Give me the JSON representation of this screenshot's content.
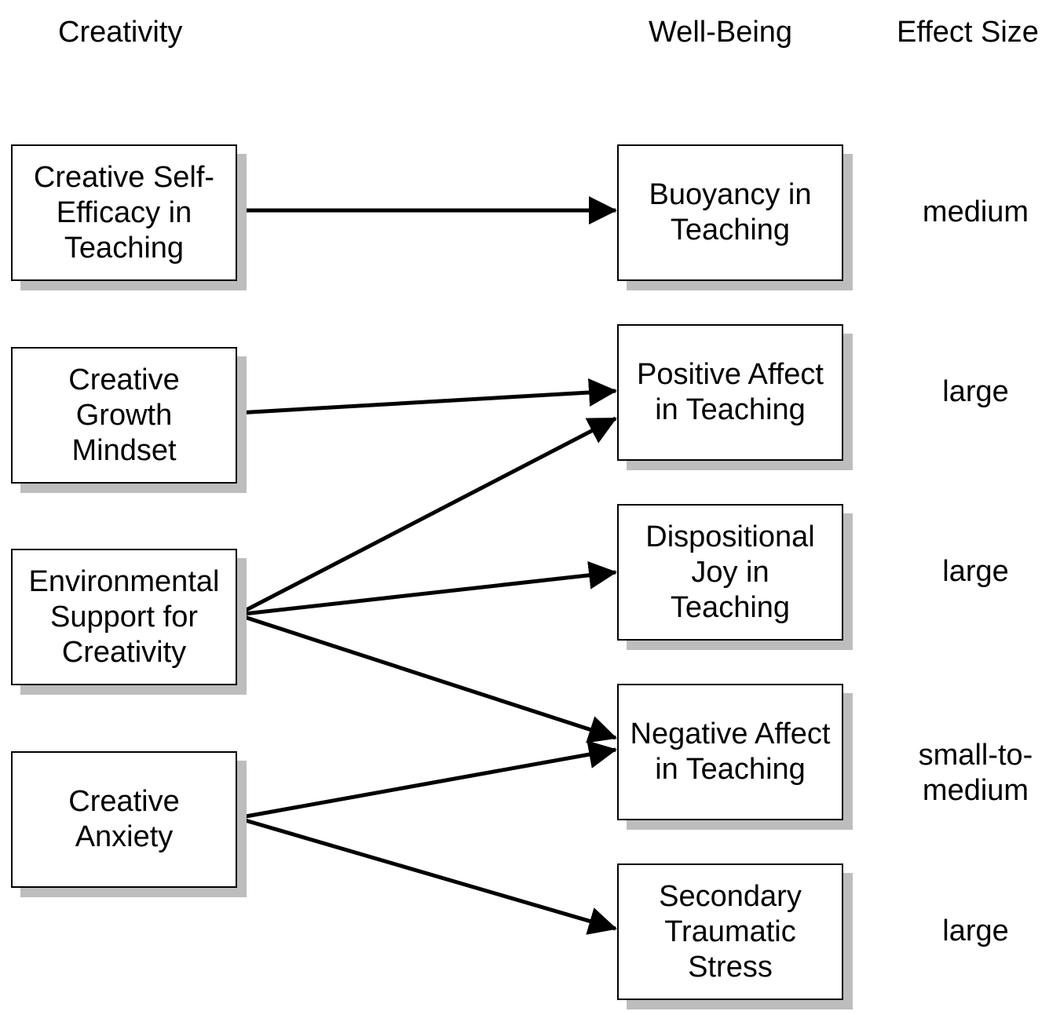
{
  "headers": {
    "creativity": "Creativity",
    "well_being": "Well-Being",
    "effect_size": "Effect Size"
  },
  "creativity": [
    {
      "id": "cse",
      "label": "Creative Self-\nEfficacy in\nTeaching"
    },
    {
      "id": "cgm",
      "label": "Creative\nGrowth\nMindset"
    },
    {
      "id": "esc",
      "label": "Environmental\nSupport for\nCreativity"
    },
    {
      "id": "ca",
      "label": "Creative\nAnxiety"
    }
  ],
  "well_being": [
    {
      "id": "bt",
      "label": "Buoyancy in\nTeaching",
      "effect_size": "medium"
    },
    {
      "id": "pa",
      "label": "Positive Affect\nin Teaching",
      "effect_size": "large"
    },
    {
      "id": "dj",
      "label": "Dispositional\nJoy in\nTeaching",
      "effect_size": "large"
    },
    {
      "id": "na",
      "label": "Negative Affect\nin Teaching",
      "effect_size": "small-to-\nmedium"
    },
    {
      "id": "sts",
      "label": "Secondary\nTraumatic\nStress",
      "effect_size": "large"
    }
  ],
  "links": [
    {
      "from": "cse",
      "to": "bt"
    },
    {
      "from": "cgm",
      "to": "pa"
    },
    {
      "from": "esc",
      "to": "pa"
    },
    {
      "from": "esc",
      "to": "dj"
    },
    {
      "from": "esc",
      "to": "na"
    },
    {
      "from": "ca",
      "to": "na"
    },
    {
      "from": "ca",
      "to": "sts"
    }
  ],
  "colors": {
    "line": "#000000",
    "box_border": "#000000",
    "box_shadow": "#bdbdbd",
    "background": "#ffffff"
  }
}
